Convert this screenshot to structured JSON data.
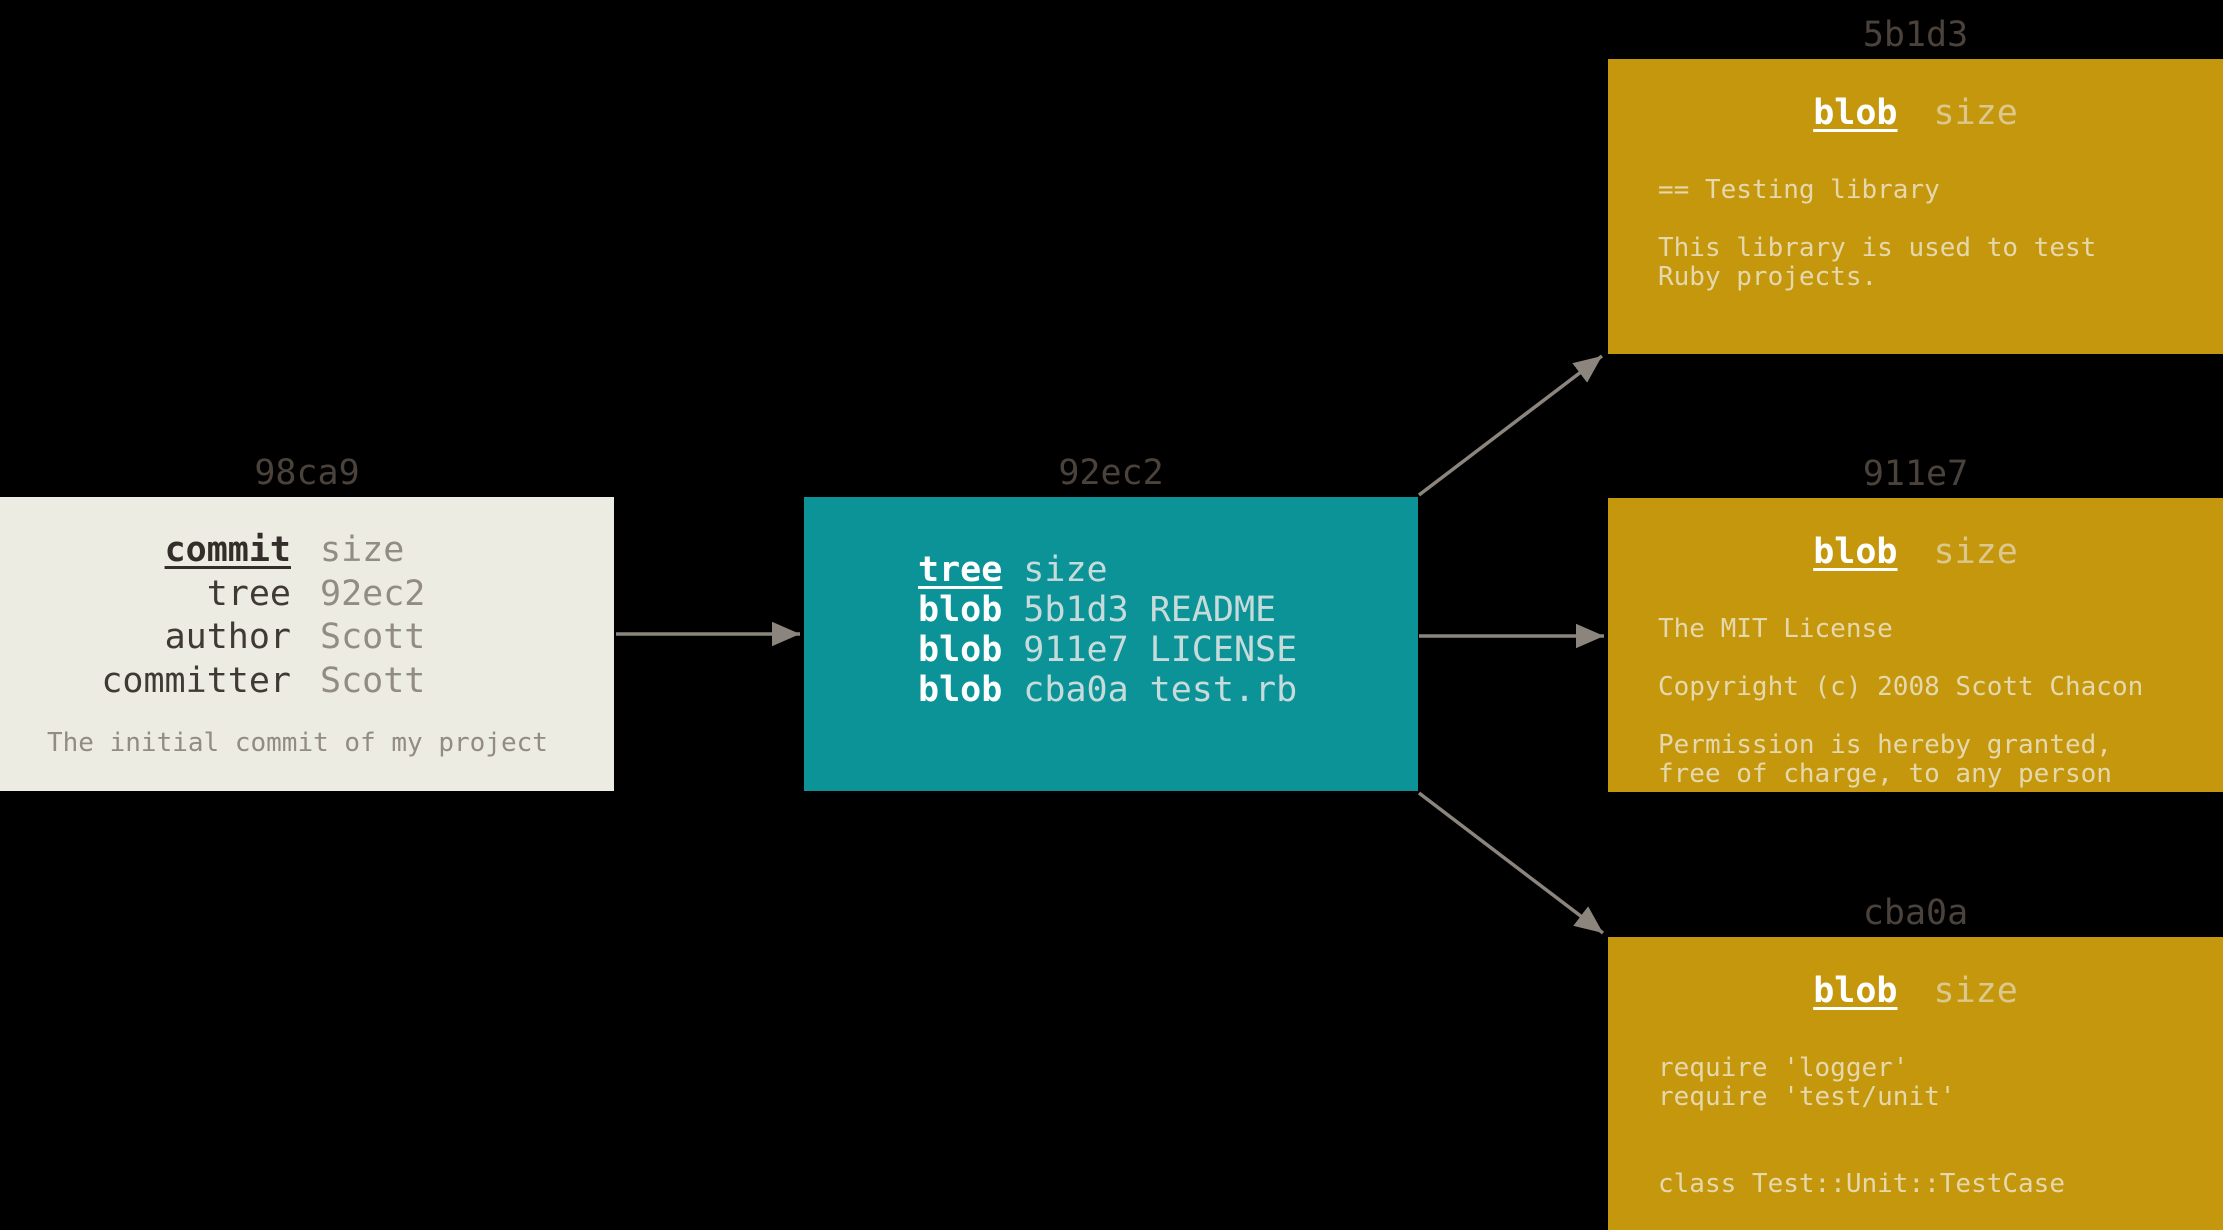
{
  "palette": {
    "background": "#000000",
    "commit_box": "#EDECE3",
    "tree_box": "#0C9398",
    "blob_box": "#C5970D",
    "label_text": "#4B433B",
    "arrow": "#8B857E",
    "commit_key_text": "#3F3A33",
    "commit_type_text": "#332E29",
    "commit_value_text": "#918C84",
    "tree_primary_text": "#FFFFFF",
    "tree_secondary_text": "#C7DCDA",
    "blob_primary_text": "#FFFFFF",
    "blob_size_text": "#DCC88C",
    "blob_body_text": "#E5D8AC"
  },
  "commit": {
    "label": "98ca9",
    "header": {
      "type": "commit",
      "size": "size"
    },
    "rows": [
      {
        "key": "tree",
        "value": "92ec2"
      },
      {
        "key": "author",
        "value": "Scott"
      },
      {
        "key": "committer",
        "value": "Scott"
      }
    ],
    "message": "The initial commit of my project"
  },
  "tree": {
    "label": "92ec2",
    "header": {
      "type": "tree",
      "size": "size"
    },
    "entries": [
      {
        "mode": "blob",
        "hash": "5b1d3",
        "name": "README"
      },
      {
        "mode": "blob",
        "hash": "911e7",
        "name": "LICENSE"
      },
      {
        "mode": "blob",
        "hash": "cba0a",
        "name": "test.rb"
      }
    ]
  },
  "blobs": [
    {
      "label": "5b1d3",
      "header": {
        "type": "blob",
        "size": "size"
      },
      "lines": [
        "== Testing library",
        "",
        "This library is used to test",
        "Ruby projects."
      ]
    },
    {
      "label": "911e7",
      "header": {
        "type": "blob",
        "size": "size"
      },
      "lines": [
        "The MIT License",
        "",
        "Copyright (c) 2008 Scott Chacon",
        "",
        "Permission is hereby granted,",
        "free of charge, to any person"
      ]
    },
    {
      "label": "cba0a",
      "header": {
        "type": "blob",
        "size": "size"
      },
      "lines": [
        "require 'logger'",
        "require 'test/unit'",
        "",
        "",
        "class Test::Unit::TestCase"
      ]
    }
  ],
  "edges": [
    {
      "from": "commit-98ca9",
      "to": "tree-92ec2"
    },
    {
      "from": "tree-92ec2",
      "to": "blob-5b1d3"
    },
    {
      "from": "tree-92ec2",
      "to": "blob-911e7"
    },
    {
      "from": "tree-92ec2",
      "to": "blob-cba0a"
    }
  ]
}
